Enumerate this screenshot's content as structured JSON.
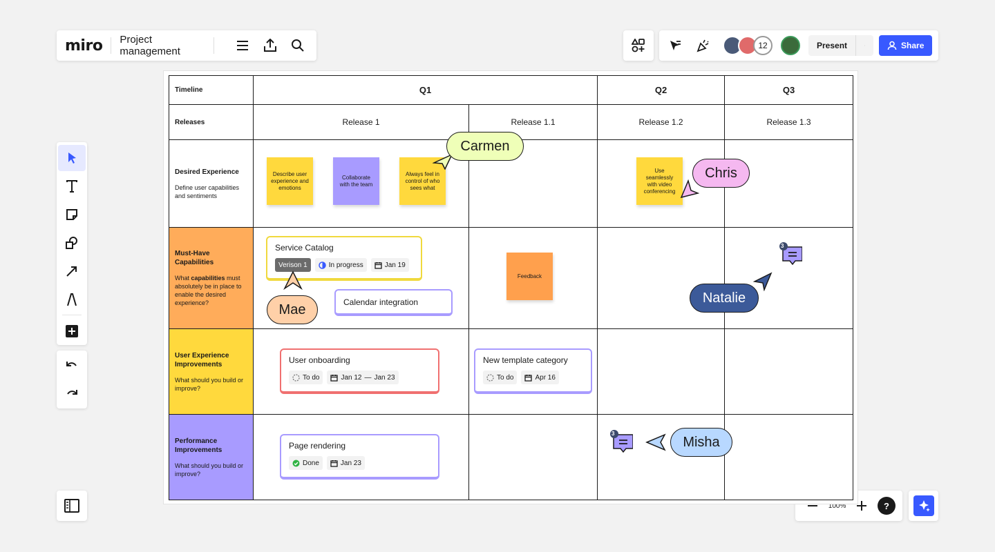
{
  "app": {
    "logo": "miro",
    "board_name": "Project management"
  },
  "header": {
    "collaborator_count": "12",
    "present_label": "Present",
    "share_label": "Share"
  },
  "zoom": {
    "level": "100%",
    "help": "?"
  },
  "table": {
    "timeline_label": "Timeline",
    "releases_label": "Releases",
    "quarters": [
      "Q1",
      "Q2",
      "Q3"
    ],
    "releases": [
      "Release 1",
      "Release 1.1",
      "Release 1.2",
      "Release 1.3"
    ],
    "rows": [
      {
        "title": "Desired Experience",
        "subtitle": "Define user capabilities and sentiments",
        "color": "#ffffff"
      },
      {
        "title": "Must-Have Capabilities",
        "subtitle_parts": [
          "What ",
          "capabilities",
          " must absolutely be in place to enable the desired experience?"
        ],
        "color": "#ffac5a"
      },
      {
        "title": "User Experience Improvements",
        "subtitle": "What should you build or improve?",
        "color": "#ffd93d"
      },
      {
        "title": "Performance Improvements",
        "subtitle": "What should you build or improve?",
        "color": "#a89bff"
      }
    ]
  },
  "stickies": [
    {
      "text": "Describe user experience and emotions",
      "color": "#ffd93d"
    },
    {
      "text": "Collaborate with the team",
      "color": "#a89bff"
    },
    {
      "text": "Always feel in control of who sees what",
      "color": "#ffd93d"
    },
    {
      "text": "Use seamlessly with video conferencing",
      "color": "#ffd93d"
    },
    {
      "text": "Feedback",
      "color": "#ffa04d"
    }
  ],
  "cards": {
    "service_catalog": {
      "title": "Service Catalog",
      "version": "Verison 1",
      "status": "In progress",
      "date": "Jan 19"
    },
    "calendar": {
      "title": "Calendar integration"
    },
    "user_onboarding": {
      "title": "User onboarding",
      "status": "To do",
      "date": "Jan 12",
      "date_sep": "—",
      "date_end": "Jan 23"
    },
    "new_template": {
      "title": "New template category",
      "status": "To do",
      "date": "Apr 16"
    },
    "page_rendering": {
      "title": "Page rendering",
      "status": "Done",
      "date": "Jan 23"
    }
  },
  "collaborators": [
    {
      "name": "Carmen",
      "color": "#efffb8"
    },
    {
      "name": "Chris",
      "color": "#f5b8f0"
    },
    {
      "name": "Mae",
      "color": "#ffd0a8"
    },
    {
      "name": "Natalie",
      "color": "#3c5a99"
    },
    {
      "name": "Misha",
      "color": "#b8d8ff"
    }
  ],
  "comments": [
    {
      "count": "3"
    },
    {
      "count": "3"
    }
  ],
  "colors": {
    "accent": "#3859ff",
    "card_yellow": "#f0d93d",
    "card_purple": "#a89bff",
    "card_red": "#f07070"
  }
}
